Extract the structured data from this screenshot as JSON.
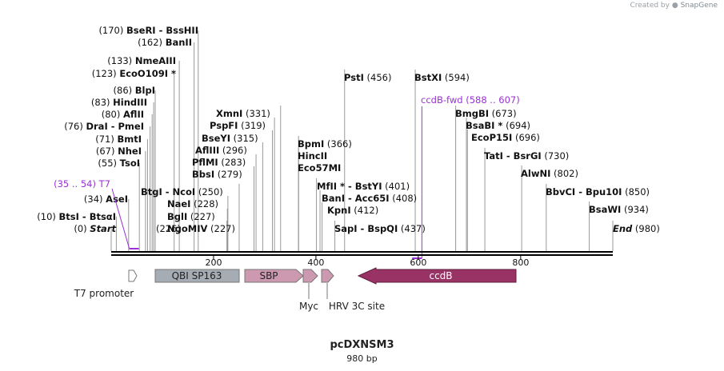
{
  "credit": {
    "prefix": "Created by",
    "brand": "SnapGene"
  },
  "plasmid": {
    "name": "pcDXNSM3",
    "length_label": "980 bp",
    "length": 980
  },
  "scale": {
    "start": 0,
    "end": 980,
    "ticks": [
      200,
      400,
      600,
      800
    ]
  },
  "sites": [
    {
      "pos": 10,
      "names": "BtsI - BtsαI",
      "label": "(10)"
    },
    {
      "pos": 0,
      "names": "Start",
      "label": "(0)",
      "italic": true
    },
    {
      "pos": 34,
      "names": "AseI",
      "label": "(34)"
    },
    {
      "pos": 55,
      "names": "TsoI",
      "label": "(55)"
    },
    {
      "pos": 67,
      "names": "NheI",
      "label": "(67)"
    },
    {
      "pos": 71,
      "names": "BmtI",
      "label": "(71)"
    },
    {
      "pos": 76,
      "names": "DraI - PmeI",
      "label": "(76)"
    },
    {
      "pos": 80,
      "names": "AflII",
      "label": "(80)"
    },
    {
      "pos": 83,
      "names": "HindIII",
      "label": "(83)"
    },
    {
      "pos": 86,
      "names": "BlpI",
      "label": "(86)"
    },
    {
      "pos": 123,
      "names": "EcoO109I *",
      "label": "(123)"
    },
    {
      "pos": 133,
      "names": "NmeAIII",
      "label": "(133)"
    },
    {
      "pos": 162,
      "names": "BanII",
      "label": "(162)"
    },
    {
      "pos": 170,
      "names": "BseRI - BssHII",
      "label": "(170)"
    },
    {
      "pos": 226,
      "names": "",
      "label": "(226)"
    },
    {
      "pos": 227,
      "names": "NgoMIV",
      "label": "(227)"
    },
    {
      "pos": 227,
      "names": "BglI",
      "label": "(227)"
    },
    {
      "pos": 228,
      "names": "NaeI",
      "label": "(228)"
    },
    {
      "pos": 250,
      "names": "BtgI - NcoI",
      "label": "(250)"
    },
    {
      "pos": 279,
      "names": "BbsI",
      "label": "(279)"
    },
    {
      "pos": 283,
      "names": "PflMI",
      "label": "(283)"
    },
    {
      "pos": 296,
      "names": "AflIII",
      "label": "(296)"
    },
    {
      "pos": 315,
      "names": "BseYI",
      "label": "(315)"
    },
    {
      "pos": 319,
      "names": "PspFI",
      "label": "(319)"
    },
    {
      "pos": 331,
      "names": "XmnI",
      "label": "(331)"
    },
    {
      "pos": 366,
      "names": "Eco57MI",
      "label": ""
    },
    {
      "pos": 366,
      "names": "HincII",
      "label": ""
    },
    {
      "pos": 366,
      "names": "BpmI",
      "label": "(366)"
    },
    {
      "pos": 401,
      "names": "MfII * - BstYI",
      "label": "(401)"
    },
    {
      "pos": 408,
      "names": "BanI - Acc65I",
      "label": "(408)"
    },
    {
      "pos": 412,
      "names": "KpnI",
      "label": "(412)"
    },
    {
      "pos": 437,
      "names": "SapI - BspQI",
      "label": "(437)"
    },
    {
      "pos": 456,
      "names": "PstI",
      "label": "(456)"
    },
    {
      "pos": 594,
      "names": "BstXI",
      "label": "(594)"
    },
    {
      "pos": 673,
      "names": "BmgBI",
      "label": "(673)"
    },
    {
      "pos": 694,
      "names": "BsaBI *",
      "label": "(694)"
    },
    {
      "pos": 696,
      "names": "EcoP15I",
      "label": "(696)"
    },
    {
      "pos": 730,
      "names": "TatI - BsrGI",
      "label": "(730)"
    },
    {
      "pos": 802,
      "names": "AlwNI",
      "label": "(802)"
    },
    {
      "pos": 850,
      "names": "BbvCI - Bpu10I",
      "label": "(850)"
    },
    {
      "pos": 934,
      "names": "BsaWI",
      "label": "(934)"
    },
    {
      "pos": 980,
      "names": "End",
      "label": "(980)",
      "italic": true
    }
  ],
  "primers": [
    {
      "name": "T7",
      "range": "(35 .. 54)",
      "start": 35,
      "end": 54,
      "color": "#9b30d6"
    },
    {
      "name": "ccdB-fwd",
      "range": "(588 .. 607)",
      "start": 588,
      "end": 607,
      "color": "#9b30d6"
    }
  ],
  "features": [
    {
      "name": "T7 promoter",
      "start": 35,
      "end": 54,
      "type": "promoter",
      "color": "#ffffff",
      "direction": "forward"
    },
    {
      "name": "QBI SP163",
      "start": 86,
      "end": 248,
      "type": "box",
      "color": "#a6acb3"
    },
    {
      "name": "SBP",
      "start": 262,
      "end": 382,
      "type": "arrow",
      "color": "#cc99b1",
      "direction": "forward"
    },
    {
      "name": "Myc",
      "start": 382,
      "end": 413,
      "type": "arrow",
      "color": "#cc99b1",
      "direction": "forward"
    },
    {
      "name": "HRV 3C site",
      "start": 419,
      "end": 444,
      "type": "arrow",
      "color": "#cc99b1",
      "direction": "forward"
    },
    {
      "name": "ccdB",
      "start": 484,
      "end": 789,
      "type": "arrow",
      "color": "#993366",
      "direction": "reverse"
    }
  ]
}
